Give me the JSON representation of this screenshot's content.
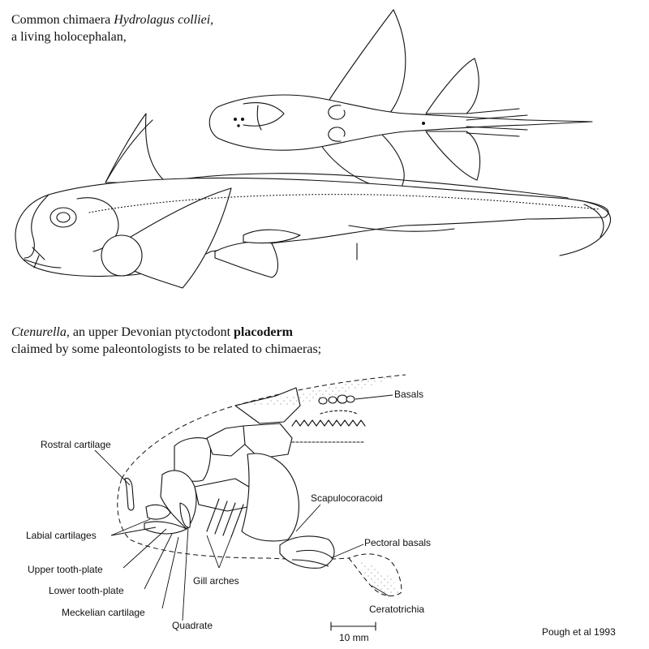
{
  "captions": {
    "chimaera_line1_prefix": "Common chimaera ",
    "chimaera_species": "Hydrolagus colliei,",
    "chimaera_line2": "a living holocephalan,",
    "ctenurella_genus": "Ctenurella,",
    "ctenurella_line1_mid": " an upper Devonian ptyctodont ",
    "ctenurella_line1_bold": "placoderm",
    "ctenurella_line2": "claimed by some paleontologists to be related to chimaeras;"
  },
  "labels": {
    "basals": "Basals",
    "rostral_cartilage": "Rostral cartilage",
    "scapulocoracoid": "Scapulocoracoid",
    "labial_cartilages": "Labial cartilages",
    "pectoral_basals": "Pectoral basals",
    "upper_tooth_plate": "Upper tooth-plate",
    "lower_tooth_plate": "Lower tooth-plate",
    "gill_arches": "Gill arches",
    "meckelian_cartilage": "Meckelian cartilage",
    "ceratotrichia": "Ceratotrichia",
    "quadrate": "Quadrate"
  },
  "scale_bar": "10 mm",
  "credit": "Pough et al 1993"
}
